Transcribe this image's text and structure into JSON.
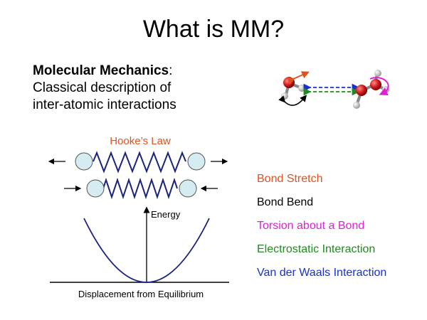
{
  "slide": {
    "title": "What is MM?",
    "intro": {
      "term": "Molecular Mechanics",
      "colon": ":",
      "line2": "Classical description of",
      "line3": "inter-atomic interactions"
    },
    "hooke_label": "Hooke’s Law",
    "energy_label": "Energy",
    "axis_label": "Displacement from Equilibrium",
    "legend": [
      {
        "label": "Bond Stretch",
        "color": "#e0521f"
      },
      {
        "label": "Bond Bend",
        "color": "#000000"
      },
      {
        "label": "Torsion about a Bond",
        "color": "#e020d8"
      },
      {
        "label": "Electrostatic Interaction",
        "color": "#1f8a1f"
      },
      {
        "label": "Van der Waals Interaction",
        "color": "#1a2fd0"
      }
    ],
    "colors": {
      "spring": "#1a237e",
      "ball_fill": "#d6ecf3",
      "oxygen": "#d01818",
      "hydrogen": "#dddddd",
      "hooke": "#e0521f",
      "curve": "#1a237e"
    }
  }
}
